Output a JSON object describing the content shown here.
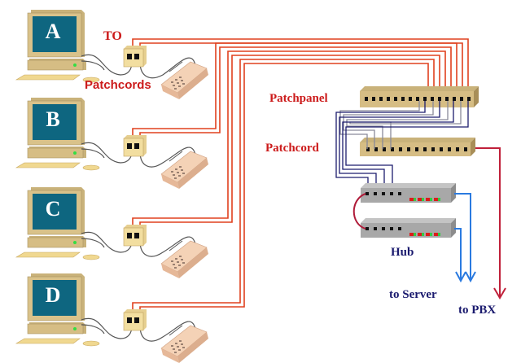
{
  "diagram": {
    "type": "structured cabling network",
    "workstations": [
      {
        "id": "A",
        "label": "A"
      },
      {
        "id": "B",
        "label": "B"
      },
      {
        "id": "C",
        "label": "C"
      },
      {
        "id": "D",
        "label": "D"
      }
    ],
    "labels": {
      "outlet": "TO",
      "patchcords": "Patchcords",
      "patchpanel": "Patchpanel",
      "patchcord": "Patchcord",
      "hub": "Hub",
      "to_server": "to Server",
      "to_pbx": "to PBX"
    },
    "colors": {
      "horizontal_cable": "#e0401e",
      "patch_dark": "#1c1c6e",
      "patch_light": "#8a8a9a",
      "uplink_server": "#2a7ae0",
      "uplink_pbx": "#c0203a",
      "label_red": "#cc1b1b",
      "label_navy": "#1a1a6e",
      "monitor_screen": "#0e6680",
      "beige": "#d9c28a",
      "hub_gray": "#a8a8a8"
    }
  }
}
